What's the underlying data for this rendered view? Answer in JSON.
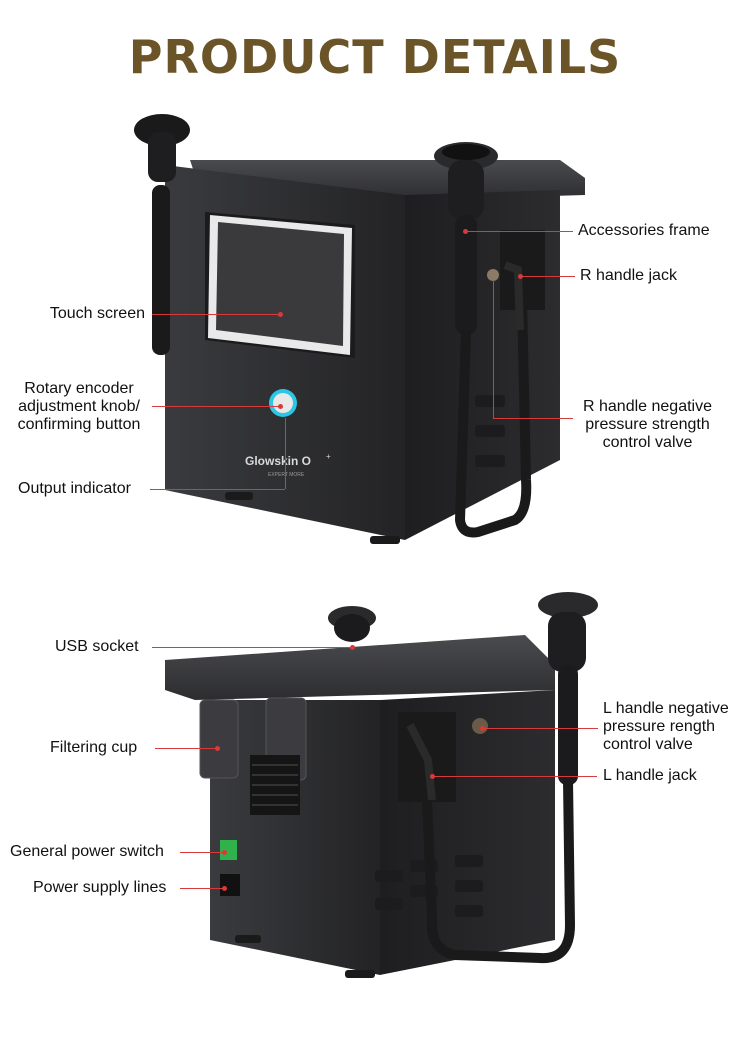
{
  "title": "PRODUCT DETAILS",
  "brand": {
    "name": "Glowskin O",
    "sup": "+",
    "tagline": "EXPERT MORE"
  },
  "colors": {
    "title": "#6b5427",
    "leader": "#d63a3a",
    "machine": "#2b2b2d",
    "screen_frame": "#e9e9ea",
    "knob_ring": "#29c6e6",
    "switch": "#2fb24c"
  },
  "view1": {
    "labels": {
      "accessories_frame": "Accessories frame",
      "r_handle_jack": "R handle jack",
      "touch_screen": "Touch screen",
      "rotary_encoder": "Rotary encoder\nadjustment knob/\nconfirming button",
      "r_handle_valve": "R handle negative\npressure strength\ncontrol valve",
      "output_indicator": "Output indicator"
    }
  },
  "view2": {
    "labels": {
      "usb_socket": "USB socket",
      "l_handle_valve": "L handle negative\npressure rength\ncontrol valve",
      "filtering_cup": "Filtering cup",
      "l_handle_jack": "L handle jack",
      "general_power_switch": "General power switch",
      "power_supply_lines": "Power supply lines"
    }
  }
}
